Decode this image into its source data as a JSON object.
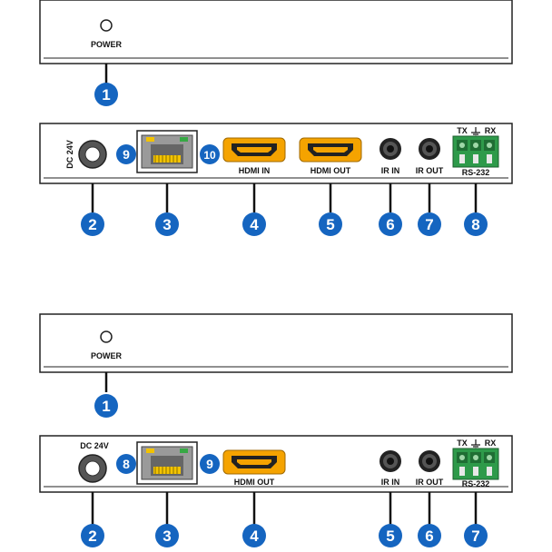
{
  "colors": {
    "callout": "#1565c0",
    "hdmi": "#f5a300",
    "terminal": "#2e9a4a"
  },
  "top_unit": {
    "front": {
      "label": "POWER",
      "callout": "1"
    },
    "rear": {
      "dc_label": "DC 24V",
      "callouts": [
        "2",
        "3",
        "4",
        "5",
        "6",
        "7",
        "8",
        "9",
        "10"
      ],
      "hdmi_in": "HDMI IN",
      "hdmi_out": "HDMI OUT",
      "ir_in": "IR IN",
      "ir_out": "IR OUT",
      "rs232": "RS-232",
      "tx": "TX",
      "rx": "RX"
    }
  },
  "bottom_unit": {
    "front": {
      "label": "POWER",
      "callout": "1"
    },
    "rear": {
      "dc_label": "DC 24V",
      "callouts": [
        "2",
        "3",
        "4",
        "5",
        "6",
        "7",
        "8",
        "9"
      ],
      "hdmi_out": "HDMI OUT",
      "ir_in": "IR IN",
      "ir_out": "IR OUT",
      "rs232": "RS-232",
      "tx": "TX",
      "rx": "RX"
    }
  }
}
